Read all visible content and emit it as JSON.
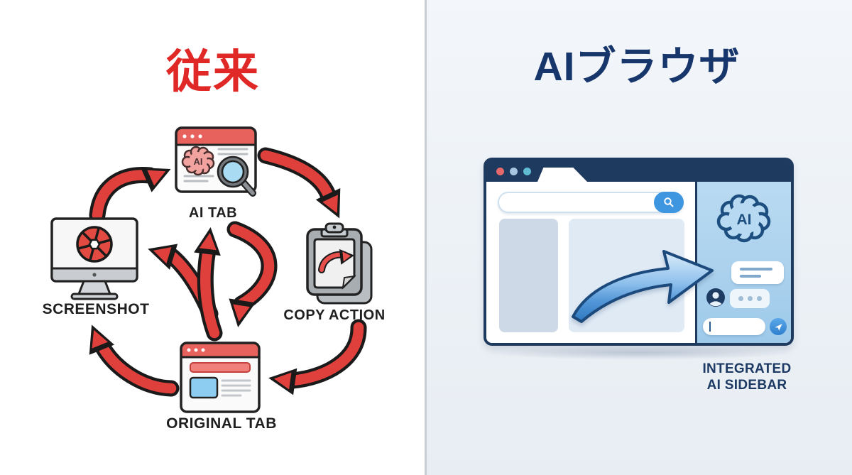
{
  "left": {
    "title": "従来",
    "ai_brain_label": "AI",
    "nodes": [
      {
        "id": "ai-tab",
        "label": "AI TAB"
      },
      {
        "id": "copy-action",
        "label": "COPY ACTION"
      },
      {
        "id": "original-tab",
        "label": "ORIGINAL TAB"
      },
      {
        "id": "screenshot",
        "label": "SCREENSHOT"
      }
    ],
    "arrows": [
      {
        "from": "screenshot",
        "to": "ai-tab"
      },
      {
        "from": "ai-tab",
        "to": "copy-action"
      },
      {
        "from": "copy-action",
        "to": "original-tab"
      },
      {
        "from": "original-tab",
        "to": "screenshot"
      },
      {
        "from": "original-tab",
        "to": "ai-tab"
      },
      {
        "from": "ai-tab",
        "to": "original-tab"
      },
      {
        "from": "original-tab",
        "to": "screenshot-branch"
      }
    ]
  },
  "right": {
    "title": "AIブラウザ",
    "caption": "INTEGRATED\nAI SIDEBAR",
    "sidebar": {
      "ai_label": "AI"
    }
  },
  "icons": {
    "left": [
      "ai-browser-tab-icon",
      "magnifier-icon",
      "clipboard-copy-icon",
      "original-browser-tab-icon",
      "monitor-screenshot-icon",
      "camera-shutter-icon"
    ],
    "right": [
      "window-dots-icon",
      "search-icon",
      "ai-brain-icon",
      "chat-bubble-icon",
      "avatar-icon",
      "typing-dots-icon",
      "send-plane-icon",
      "transfer-arrow-icon"
    ]
  },
  "colors": {
    "accent_red": "#e02826",
    "arrow_red": "#e0403c",
    "navy": "#1e3a5e",
    "title_navy": "#17366b",
    "sidebar_blue": "#aed3ee",
    "arrow_blue": "#2e78c0",
    "search_button_blue": "#3e95e0",
    "divider_gray": "#c9ced3"
  }
}
